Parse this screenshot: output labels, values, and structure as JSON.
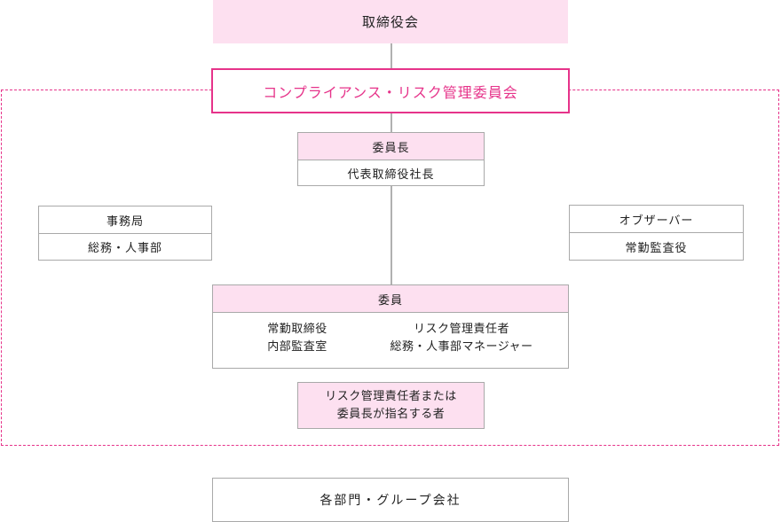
{
  "board": {
    "label": "取締役会"
  },
  "committee": {
    "label": "コンプライアンス・リスク管理委員会"
  },
  "chair": {
    "title": "委員長",
    "holder": "代表取締役社長"
  },
  "secretariat": {
    "title": "事務局",
    "holder": "総務・人事部"
  },
  "observer": {
    "title": "オブザーバー",
    "holder": "常勤監査役"
  },
  "members": {
    "title": "委員",
    "left_col": [
      "常勤取締役",
      "内部監査室"
    ],
    "right_col": [
      "リスク管理責任者",
      "総務・人事部マネージャー"
    ]
  },
  "designee": {
    "line1": "リスク管理責任者または",
    "line2": "委員長が指名する者"
  },
  "departments": {
    "label": "各部門・グループ会社"
  },
  "colors": {
    "accent": "#e6338a",
    "pink_fill": "#fde0f0",
    "border": "#a9a9a9",
    "line": "#b0b0b0"
  }
}
